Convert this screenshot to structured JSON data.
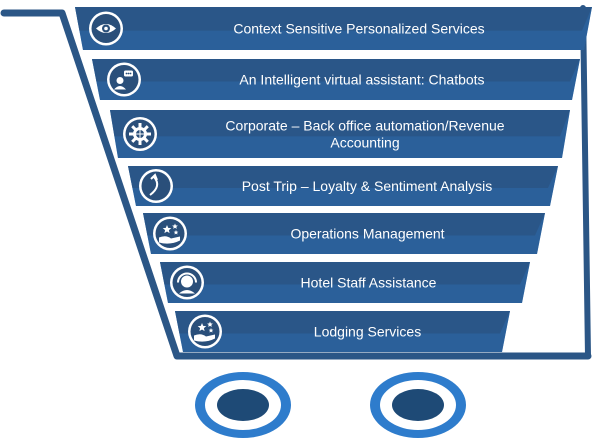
{
  "diagram": {
    "tiers": [
      {
        "label_lines": [
          "Context Sensitive Personalized Services"
        ],
        "icon": "eye-icon"
      },
      {
        "label_lines": [
          "An Intelligent virtual assistant: Chatbots"
        ],
        "icon": "chatbot-assistant-icon"
      },
      {
        "label_lines": [
          "Corporate – Back office automation/Revenue",
          "Accounting"
        ],
        "icon": "gear-globe-icon"
      },
      {
        "label_lines": [
          "Post Trip –  Loyalty & Sentiment Analysis"
        ],
        "icon": "sentiment-arrow-icon"
      },
      {
        "label_lines": [
          "Operations Management"
        ],
        "icon": "hand-stars-icon"
      },
      {
        "label_lines": [
          "Hotel Staff Assistance"
        ],
        "icon": "headset-agent-icon"
      },
      {
        "label_lines": [
          "Lodging Services"
        ],
        "icon": "hand-stars-icon"
      }
    ],
    "colors": {
      "dark": "#2a4f7a",
      "light": "#2e7ccc",
      "cart_frame": "#2b5686",
      "wheel_outer": "#2e7ccc",
      "wheel_inner": "#1e4a76",
      "icon_circle": "#ffffff",
      "icon_fill": "#2a4f7a",
      "text": "#ffffff"
    }
  }
}
